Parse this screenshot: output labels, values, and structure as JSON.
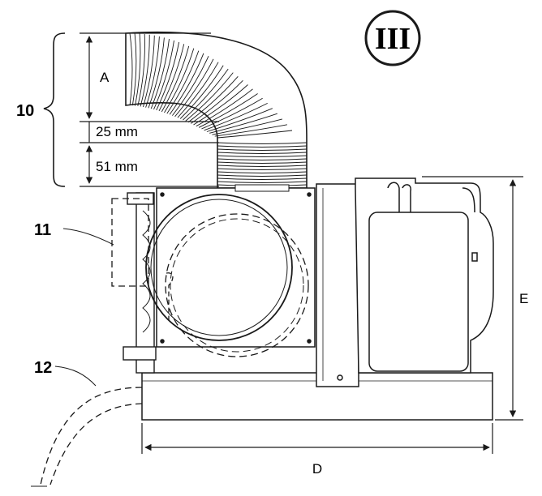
{
  "badge": {
    "text": "III"
  },
  "callouts": {
    "c10": "10",
    "c11": "11",
    "c12": "12"
  },
  "dimensions": {
    "A": "A",
    "gap1": "25 mm",
    "gap2": "51 mm",
    "D": "D",
    "E": "E"
  },
  "colors": {
    "stroke": "#1a1a1a",
    "fill": "#ffffff",
    "shade": "#f2f2f2"
  },
  "icons": {
    "duct": "flexible-duct-icon",
    "drain": "drain-hose-icon"
  }
}
